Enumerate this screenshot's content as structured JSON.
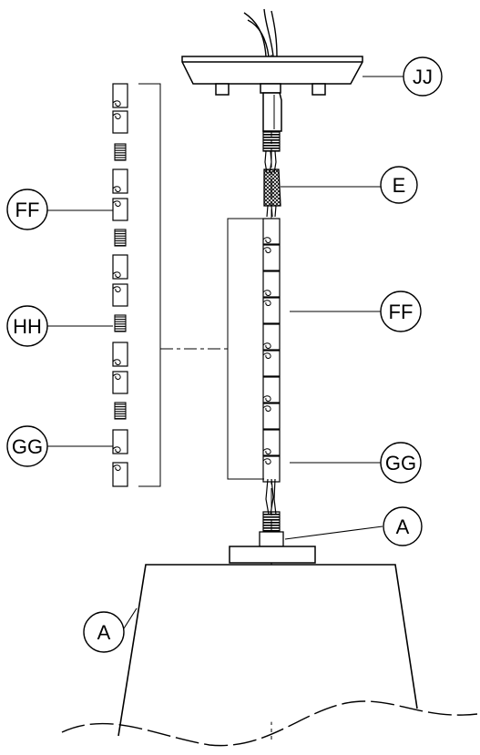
{
  "callouts": {
    "jj": "JJ",
    "e": "E",
    "ff_left": "FF",
    "ff_right": "FF",
    "hh": "HH",
    "gg_left": "GG",
    "gg_right": "GG",
    "a_connector": "A",
    "a_body": "A"
  }
}
